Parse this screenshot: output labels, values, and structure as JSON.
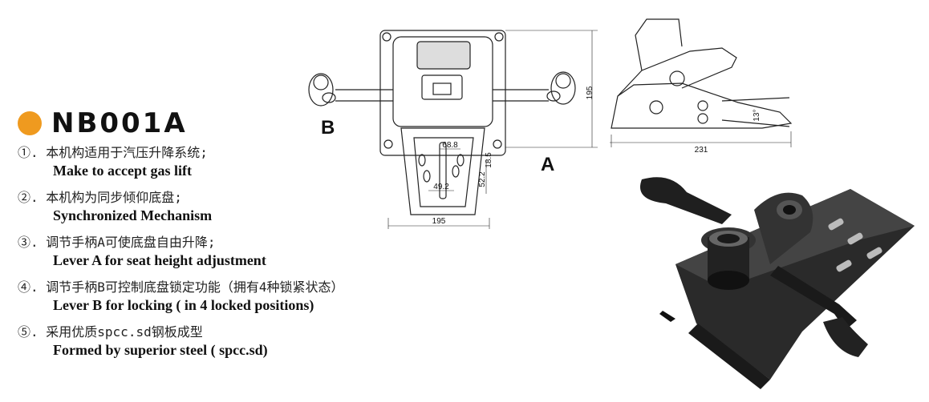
{
  "product": {
    "model": "NB001A",
    "accent_color": "#ef9a1f"
  },
  "features": [
    {
      "num": "①.",
      "cn": "本机构适用于汽压升降系统;",
      "en": "Make to accept gas lift"
    },
    {
      "num": "②.",
      "cn": "本机构为同步倾仰底盘;",
      "en": "Synchronized Mechanism"
    },
    {
      "num": "③.",
      "cn": "调节手柄A可使底盘自由升降;",
      "en": "Lever A for seat height adjustment"
    },
    {
      "num": "④.",
      "cn": "调节手柄B可控制底盘锁定功能（拥有4种锁紧状态）",
      "en": "Lever B for locking ( in 4 locked positions)"
    },
    {
      "num": "⑤.",
      "cn": "采用优质spcc.sd钢板成型",
      "en": "Formed by superior steel ( spcc.sd)"
    }
  ],
  "drawing": {
    "lever_a_label": "A",
    "lever_b_label": "B",
    "dim_height": "195",
    "dim_width_bottom": "195",
    "dim_slot_top": "68.8",
    "dim_slot_bottom": "49.2",
    "dim_slot_vertical": "52.2",
    "dim_slot_small": "18.5",
    "dim_side_length": "231",
    "dim_tilt_angle": "13°"
  }
}
